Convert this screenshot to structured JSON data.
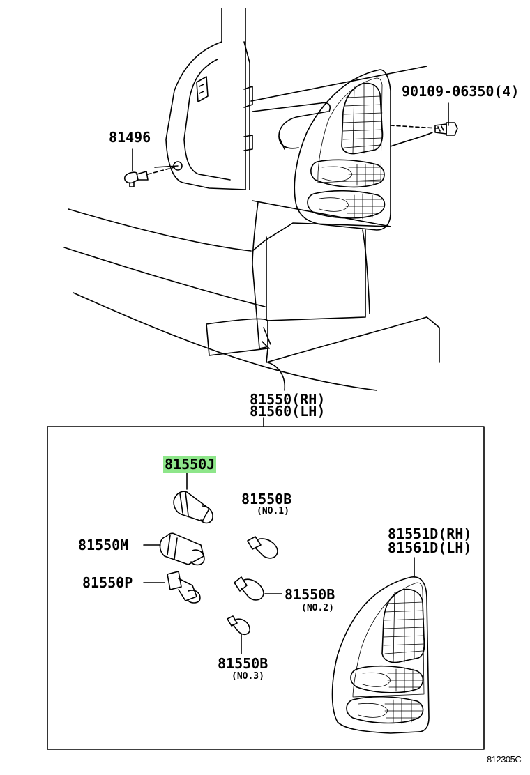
{
  "labels": {
    "bolt": "90109-06350(4)",
    "clip": "81496",
    "assy_rh": "81550(RH)",
    "assy_lh": "81560(LH)",
    "socket_j": "81550J",
    "bulb_b1": "81550B",
    "bulb_b1_sub": "(NO.1)",
    "socket_m": "81550M",
    "lens_rh": "81551D(RH)",
    "lens_lh": "81561D(LH)",
    "socket_p": "81550P",
    "bulb_b2": "81550B",
    "bulb_b2_sub": "(NO.2)",
    "bulb_b3": "81550B",
    "bulb_b3_sub": "(NO.3)"
  },
  "diagram_code": "812305C",
  "colors": {
    "highlight": "#8ee68a",
    "line": "#000000",
    "background": "#ffffff"
  }
}
